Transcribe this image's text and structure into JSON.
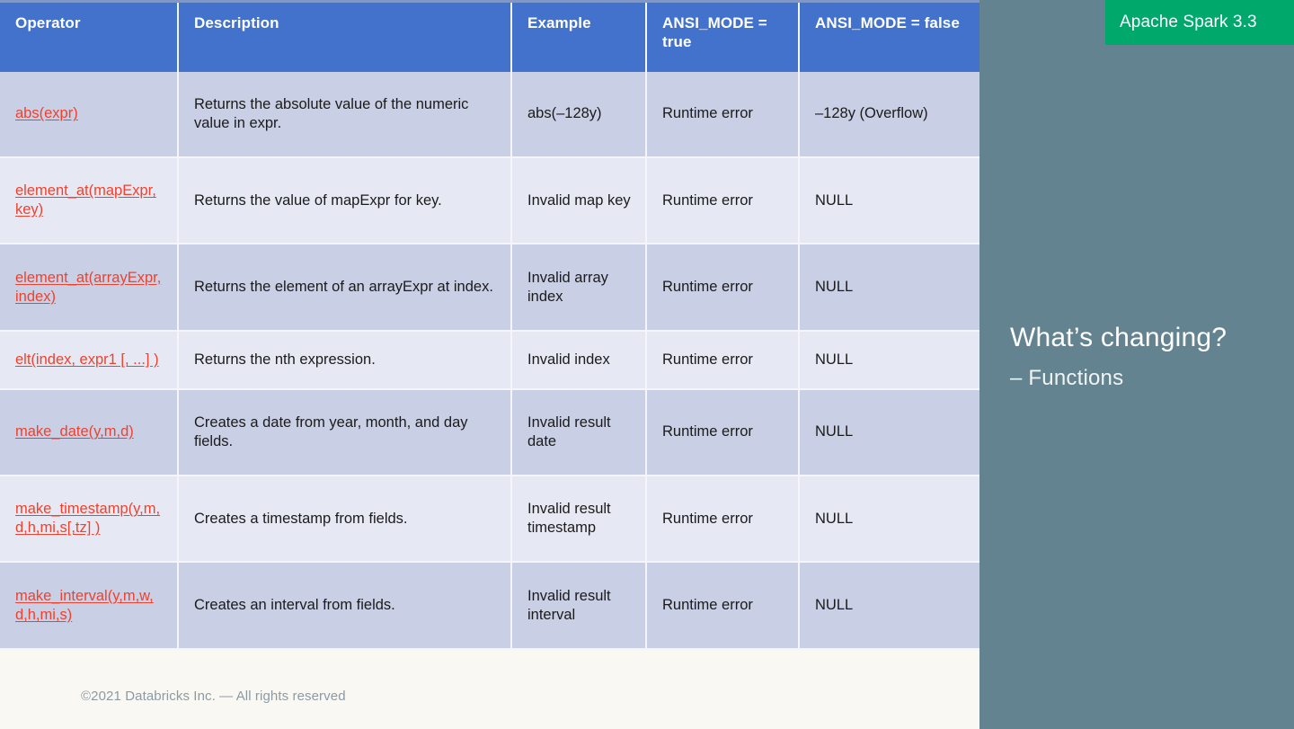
{
  "slide": {
    "background_color": "#faf8f3"
  },
  "right_panel": {
    "background_color": "#62838f",
    "badge": {
      "label": "Apache Spark 3.3",
      "background_color": "#00a86b",
      "text_color": "#ffffff"
    },
    "title": "What’s changing?",
    "subtitle": "– Functions"
  },
  "table": {
    "header_color": "#4272cc",
    "row_dark_color": "#c9cfe5",
    "row_light_color": "#e6e9f4",
    "link_color": "#f0412c",
    "columns": [
      "Operator",
      "Description",
      "Example",
      "ANSI_MODE = true",
      "ANSI_MODE = false"
    ],
    "rows": [
      {
        "operator": "abs(expr)",
        "description": "Returns the absolute value of the numeric value in expr.",
        "example": "abs(–128y)",
        "ansi_true": "Runtime error",
        "ansi_false": "–128y (Overflow)"
      },
      {
        "operator": "element_at(mapExpr, key)",
        "description": "Returns the value of mapExpr for key.",
        "example": "Invalid map key",
        "ansi_true": "Runtime error",
        "ansi_false": "NULL"
      },
      {
        "operator": "element_at(arrayExpr, index)",
        "description": "Returns the element of an arrayExpr at index.",
        "example": "Invalid array index",
        "ansi_true": "Runtime error",
        "ansi_false": "NULL"
      },
      {
        "operator": "elt(index, expr1 [, ...] )",
        "description": "Returns the nth expression.",
        "example": "Invalid index",
        "ansi_true": "Runtime error",
        "ansi_false": "NULL"
      },
      {
        "operator": "make_date(y,m,d)",
        "description": "Creates a date from year, month, and day fields.",
        "example": "Invalid result date",
        "ansi_true": "Runtime error",
        "ansi_false": "NULL"
      },
      {
        "operator": "make_timestamp(y,m,d,h,mi,s[,tz] )",
        "description": "Creates a timestamp from fields.",
        "example": "Invalid result timestamp",
        "ansi_true": "Runtime error",
        "ansi_false": "NULL"
      },
      {
        "operator": "make_interval(y,m,w,d,h,mi,s)",
        "description": "Creates an interval from fields.",
        "example": "Invalid result interval",
        "ansi_true": "Runtime error",
        "ansi_false": "NULL"
      }
    ]
  },
  "footer": {
    "copyright": "©2021 Databricks Inc. — All rights reserved"
  }
}
